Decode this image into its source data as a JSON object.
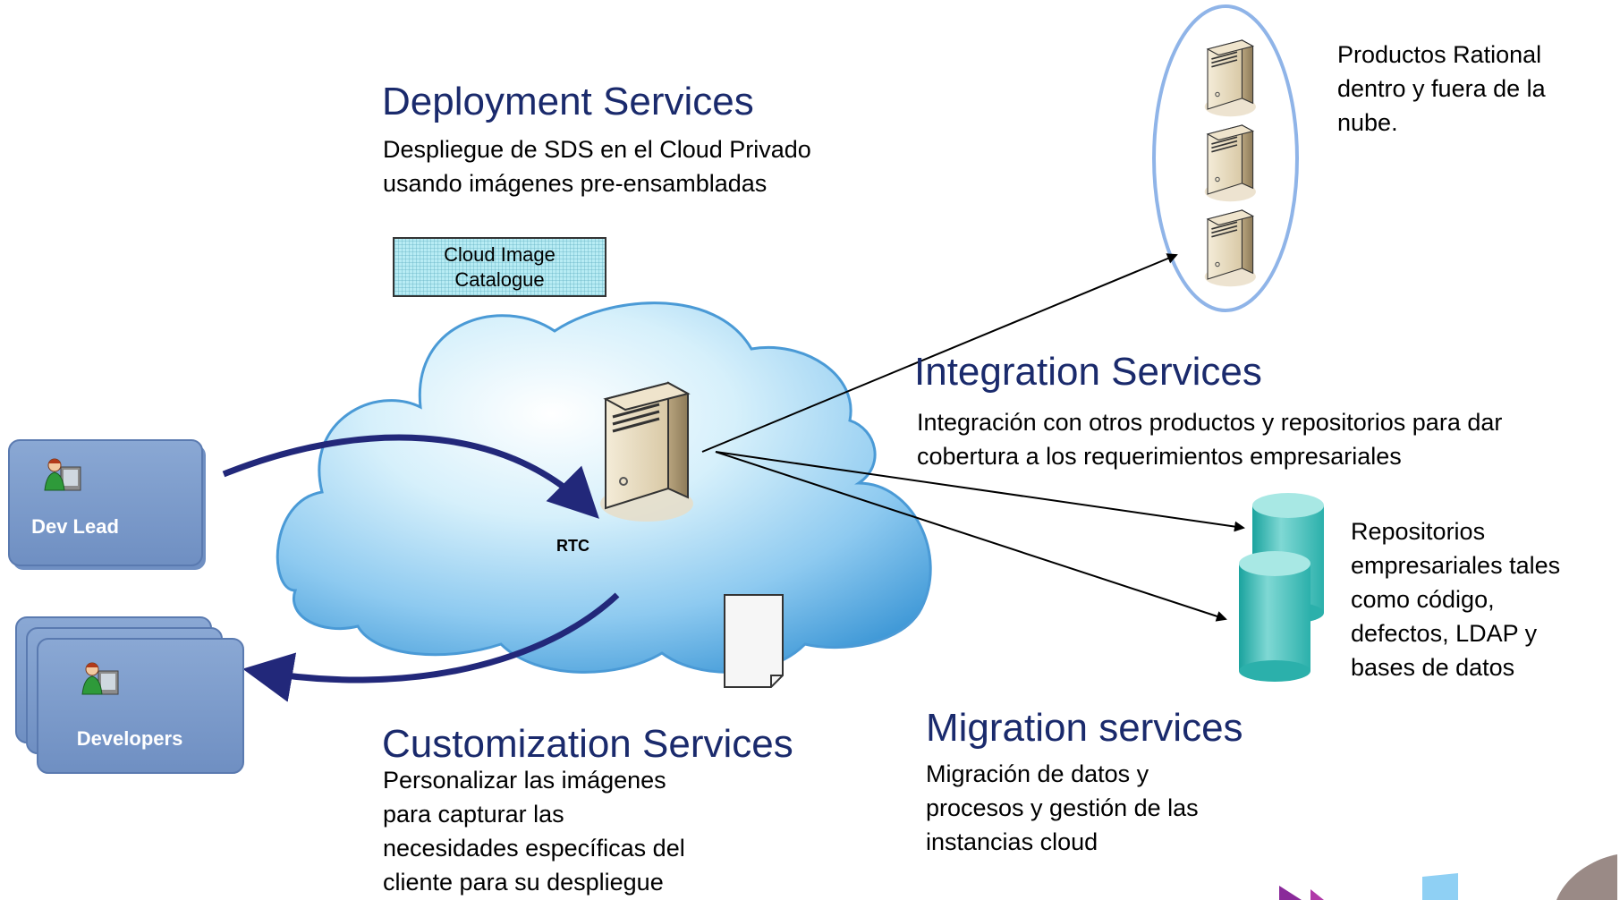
{
  "deployment": {
    "title": "Deployment Services",
    "description": "Despliegue de SDS en el Cloud Privado\nusando imágenes pre-ensambladas"
  },
  "catalogue": {
    "label": "Cloud Image\nCatalogue"
  },
  "integration": {
    "title": "Integration Services",
    "description": "Integración con otros productos y repositorios para dar\ncobertura a los requerimientos empresariales"
  },
  "customization": {
    "title": "Customization Services",
    "description": "Personalizar las imágenes\npara capturar las\nnecesidades específicas del\ncliente para su despliegue"
  },
  "migration": {
    "title": "Migration services",
    "description": "Migración de datos y\nprocesos y gestión de las\ninstancias cloud"
  },
  "rational_note": "Productos Rational\ndentro y fuera de la\nnube.",
  "repositories_note": "Repositorios\nempresariales tales\ncomo código,\ndefectos, LDAP y\nbases de datos",
  "server_label": "RTC",
  "roles": {
    "dev_lead": "Dev Lead",
    "developers": "Developers"
  },
  "colors": {
    "title_blue": "#1a2a6c",
    "arrow_navy": "#22287a",
    "role_box": "#7d9ccb",
    "cloud_light": "#e6f6fd",
    "cloud_dark": "#3d97d6",
    "ellipse": "#8fb4e8",
    "database": "#3cb9b4"
  },
  "icons": [
    "person-at-computer-icon",
    "server-icon",
    "database-icon",
    "document-icon"
  ]
}
